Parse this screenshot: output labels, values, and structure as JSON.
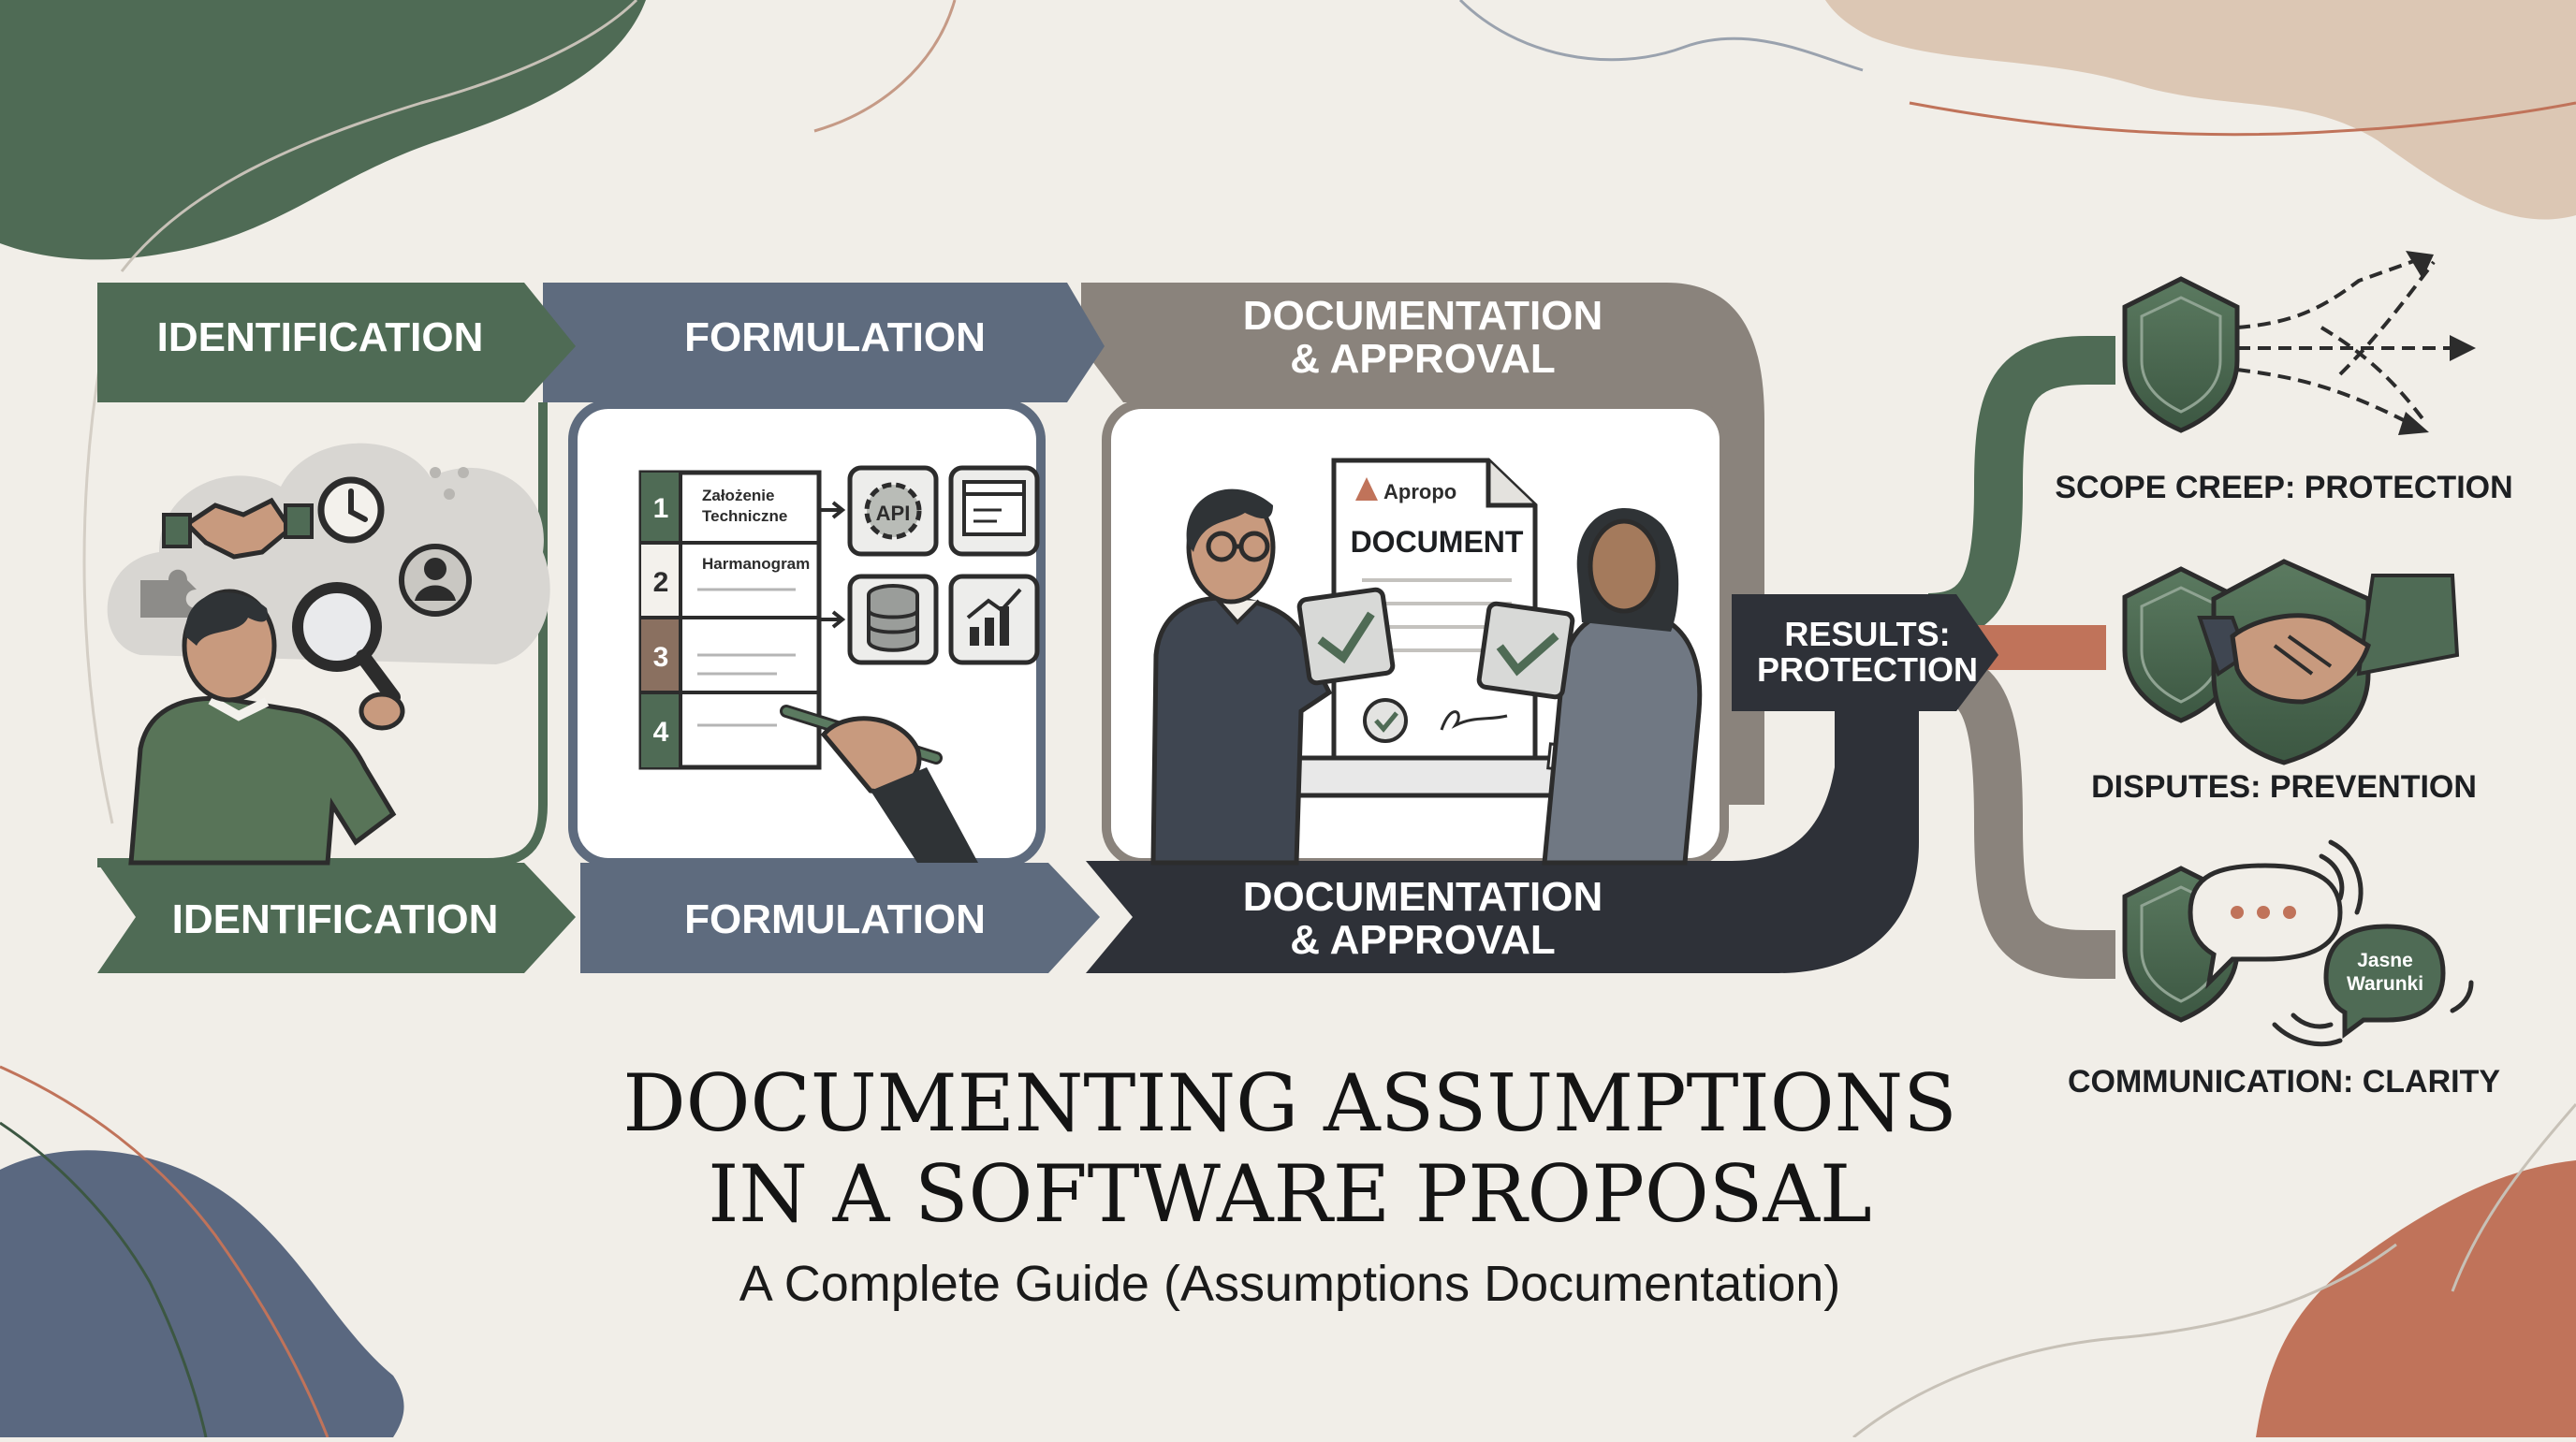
{
  "stages": {
    "identification": {
      "top_label": "IDENTIFICATION",
      "bottom_label": "IDENTIFICATION",
      "color": "#4f6b55"
    },
    "formulation": {
      "top_label": "FORMULATION",
      "bottom_label": "FORMULATION",
      "color": "#5e6b7e",
      "list": [
        {
          "num": "1",
          "text1": "Założenie",
          "text2": "Techniczne"
        },
        {
          "num": "2",
          "text1": "Harmanogram",
          "text2": ""
        },
        {
          "num": "3",
          "text1": "",
          "text2": ""
        },
        {
          "num": "4",
          "text1": "",
          "text2": ""
        }
      ],
      "api_label": "API"
    },
    "documentation": {
      "top_label_1": "DOCUMENTATION",
      "top_label_2": "& APPROVAL",
      "bottom_label_1": "DOCUMENTATION",
      "bottom_label_2": "& APPROVAL",
      "color": "#8a837c",
      "doc_brand": "Apropo",
      "doc_title": "DOCUMENT"
    }
  },
  "results": {
    "label_1": "RESULTS:",
    "label_2": "PROTECTION",
    "color": "#2e3138"
  },
  "outcomes": [
    {
      "label": "SCOPE CREEP: PROTECTION"
    },
    {
      "label": "DISPUTES: PREVENTION"
    },
    {
      "label": "COMMUNICATION: CLARITY",
      "bubble_text_1": "Jasne",
      "bubble_text_2": "Warunki"
    }
  ],
  "title": {
    "line1": "DOCUMENTING ASSUMPTIONS",
    "line2": "IN A SOFTWARE PROPOSAL",
    "subtitle": "A Complete Guide (Assumptions Documentation)"
  },
  "colors": {
    "green": "#4f6b55",
    "slate": "#5e6b7e",
    "taupe": "#8a837c",
    "dark": "#2e3138",
    "terracotta": "#c0735a",
    "background": "#f1eee8"
  }
}
